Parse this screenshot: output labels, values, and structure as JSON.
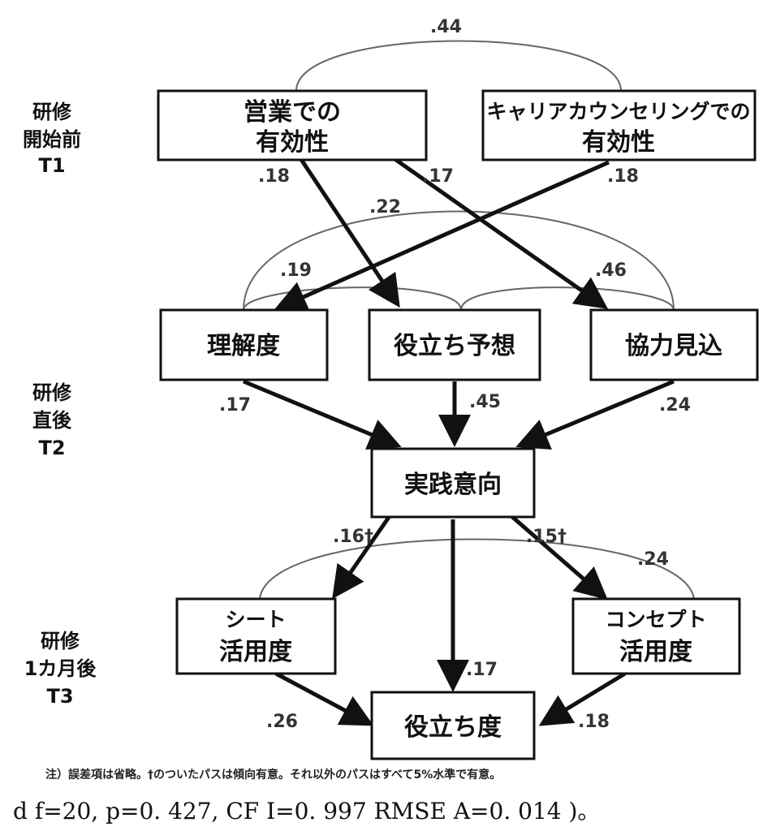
{
  "time_labels": [
    {
      "line1": "研修",
      "line2": "開始前",
      "line3": "T1"
    },
    {
      "line1": "研修",
      "line2": "直後",
      "line3": "T2"
    },
    {
      "line1": "研修",
      "line2": "1カ月後",
      "line3": "T3"
    }
  ],
  "nodes": {
    "sales": [
      "営業での",
      "有効性"
    ],
    "career": [
      "キャリアカウンセリングでの",
      "有効性"
    ],
    "understanding": [
      "理解度"
    ],
    "usefulness_expect": [
      "役立ち予想"
    ],
    "cooperation": [
      "協力見込"
    ],
    "intention": [
      "実践意向"
    ],
    "sheet": [
      "シート",
      "活用度"
    ],
    "concept": [
      "コンセプト",
      "活用度"
    ],
    "usefulness": [
      "役立ち度"
    ]
  },
  "paths": [
    {
      "from": "sales",
      "to": "usefulness_expect",
      "coef": ".18"
    },
    {
      "from": "sales",
      "to": "cooperation",
      "coef": ".17"
    },
    {
      "from": "career",
      "to": "understanding",
      "coef": ".18"
    },
    {
      "from": "understanding",
      "to": "intention",
      "coef": ".17"
    },
    {
      "from": "usefulness_expect",
      "to": "intention",
      "coef": ".45"
    },
    {
      "from": "cooperation",
      "to": "intention",
      "coef": ".24"
    },
    {
      "from": "intention",
      "to": "sheet",
      "coef": ".16†"
    },
    {
      "from": "intention",
      "to": "concept",
      "coef": ".15†"
    },
    {
      "from": "intention",
      "to": "usefulness",
      "coef": ".17"
    },
    {
      "from": "sheet",
      "to": "usefulness",
      "coef": ".26"
    },
    {
      "from": "concept",
      "to": "usefulness",
      "coef": ".18"
    }
  ],
  "correlations": [
    {
      "between": [
        "sales",
        "career"
      ],
      "coef": ".44"
    },
    {
      "between": [
        "understanding",
        "cooperation"
      ],
      "coef": ".22"
    },
    {
      "between": [
        "understanding",
        "usefulness_expect"
      ],
      "coef": ".19"
    },
    {
      "between": [
        "usefulness_expect",
        "cooperation"
      ],
      "coef": ".46"
    },
    {
      "between": [
        "sheet",
        "concept"
      ],
      "coef": ".24"
    }
  ],
  "note": "注）誤差項は省略。†のついたパスは傾向有意。それ以外のパスはすべて5%水準で有意。",
  "fit_text": "d f=20,  p=0. 427,  CF I=0. 997  RMSE A=0. 014 )。"
}
